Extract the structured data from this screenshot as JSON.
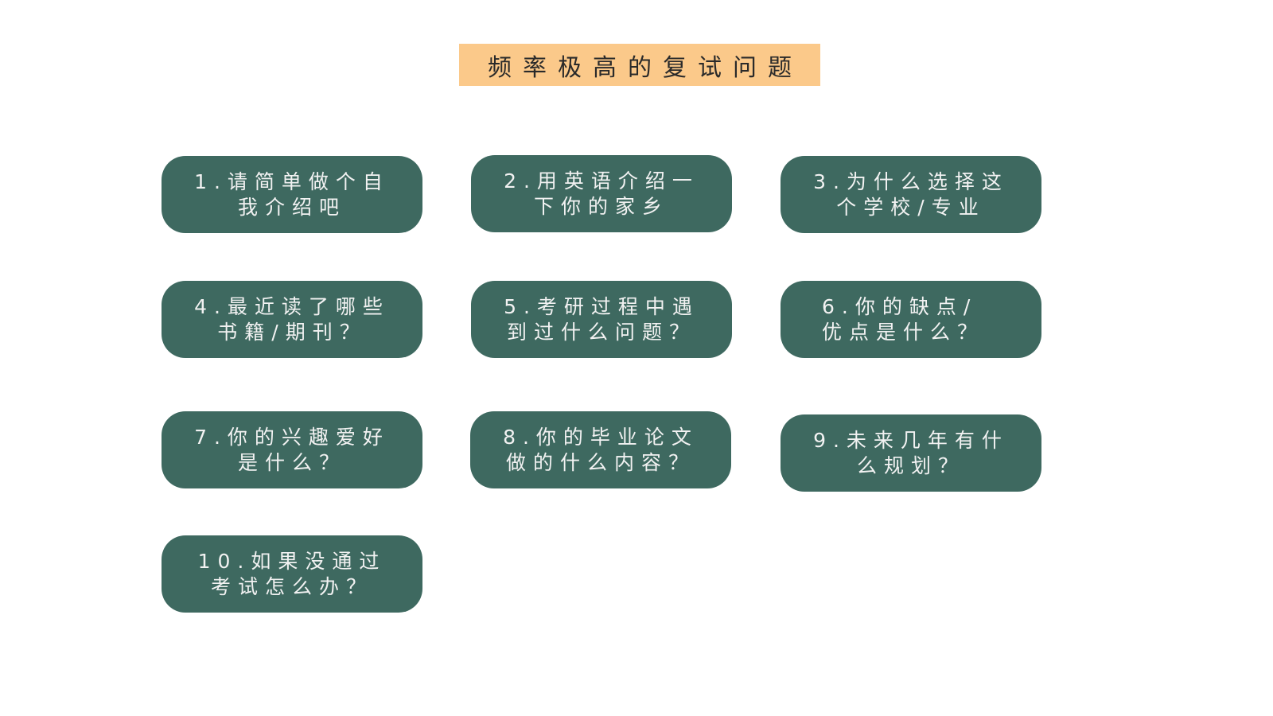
{
  "title": "频率极高的复试问题",
  "colors": {
    "title_bg": "#fbc98a",
    "card_bg": "#3e6960",
    "card_text": "#f2f2f2",
    "page_bg": "#ffffff"
  },
  "questions": [
    {
      "number": "1",
      "line1": "1.请简单做个自",
      "line2": "我介绍吧"
    },
    {
      "number": "2",
      "line1": "2.用英语介绍一",
      "line2": "下你的家乡"
    },
    {
      "number": "3",
      "line1": "3.为什么选择这",
      "line2": "个学校/专业"
    },
    {
      "number": "4",
      "line1": "4.最近读了哪些",
      "line2": "书籍/期刊？"
    },
    {
      "number": "5",
      "line1": "5.考研过程中遇",
      "line2": "到过什么问题？"
    },
    {
      "number": "6",
      "line1": "6.你的缺点/",
      "line2": "优点是什么？"
    },
    {
      "number": "7",
      "line1": "7.你的兴趣爱好",
      "line2": "是什么？"
    },
    {
      "number": "8",
      "line1": "8.你的毕业论文",
      "line2": "做的什么内容？"
    },
    {
      "number": "9",
      "line1": "9.未来几年有什",
      "line2": "么规划？"
    },
    {
      "number": "10",
      "line1": "10.如果没通过",
      "line2": "考试怎么办？"
    }
  ]
}
